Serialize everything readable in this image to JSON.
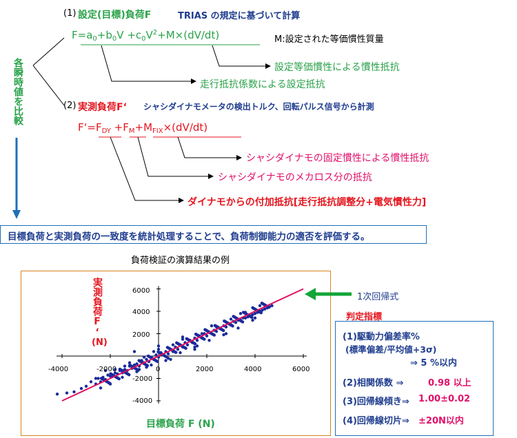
{
  "section1": {
    "num": "(1)",
    "title": "設定(目標)負荷F",
    "note": "TRIAS の規定に基づいて計算"
  },
  "eq1": {
    "F": "F=",
    "a": "a",
    "a_sub": "0",
    "plus1": "+",
    "b": "b",
    "b_sub": "0",
    "V1": "V",
    "plus2": "+",
    "c": "c",
    "c_sub": "0",
    "V2": "V",
    "V2_sup": "2",
    "rest": "+M×(dV/dt)"
  },
  "m_note": "M:設定された等価慣性質量",
  "eq1_labels": {
    "inertia": "設定等価慣性による慣性抵抗",
    "resistance": "走行抵抗係数による設定抵抗"
  },
  "vertical_label": "各瞬時値を比較",
  "section2": {
    "num": "(2)",
    "title": "実測負荷F‘",
    "note": "シャシダイナモメータの検出トルク、回転パルス信号から計測"
  },
  "eq2": {
    "F": "F‘=",
    "F1": "F",
    "F1_sub": "DY",
    "plus1": "+",
    "F2": "F",
    "F2_sub": "M",
    "plus2": "+",
    "M": "M",
    "M_sub": "FIX",
    "rest": "×(dV/dt)"
  },
  "eq2_labels": {
    "fixed": "シャシダイナモの固定慣性による慣性抵抗",
    "mechloss": "シャシダイナモのメカロス分の抵抗",
    "extra": "ダイナモからの付加抵抗[走行抵抗調整分+電気慣性力]"
  },
  "summary": "目標負荷と実測負荷の一致度を統計処理することで、負荷制御能力の適否を評価する。",
  "chart_title": "負荷検証の演算結果の例",
  "regression_label": "1次回帰式",
  "criteria": {
    "title": "判定指標",
    "items": [
      {
        "label": "(1)駆動力偏差率%",
        "sub": "(標準偏差/平均値+3σ)",
        "value": "⇒ 5 %以内"
      },
      {
        "label": "(2)相関係数 ⇒",
        "value": "0.98 以上"
      },
      {
        "label": "(3)回帰線傾き⇒",
        "value": "1.00±0.02"
      },
      {
        "label": "(4)回帰線切片⇒",
        "value": "±20N以内"
      }
    ]
  },
  "chart_data": {
    "type": "scatter",
    "title": "",
    "xlabel": "目標負荷 F (N)",
    "ylabel": "実測負荷F‘",
    "ylabel_unit": "(N)",
    "xlim": [
      -4000,
      6000
    ],
    "ylim": [
      -4000,
      6000
    ],
    "x_ticks": [
      "-4000",
      "-2000",
      "0",
      "2000",
      "4000",
      "6000"
    ],
    "y_ticks": [
      "6000",
      "4000",
      "2000",
      "-2000",
      "-4000"
    ],
    "series": [
      {
        "x": [
          -4200,
          -3800,
          -3500,
          -3200,
          -3000,
          -2800,
          -2600,
          -2500,
          -2400,
          -2300,
          -2200,
          -2100,
          -2000,
          -1900,
          -1800,
          -1700,
          -1600,
          -1500,
          -1400,
          -1300,
          -1200,
          -1100,
          -1000,
          -900,
          -800,
          -700,
          -600,
          -500,
          -400,
          -300,
          -200,
          -100,
          0,
          100,
          200,
          300,
          400,
          500,
          600,
          700,
          800,
          900,
          1000,
          1100,
          1200,
          1300,
          1400,
          1500,
          1600,
          1700,
          1800,
          1900,
          2000,
          2100,
          2200,
          2300,
          2400,
          2500,
          2600,
          2700,
          2800,
          2900,
          3000,
          3100,
          3200,
          3300,
          3400,
          3500,
          3600,
          3700,
          3800,
          3900,
          4000,
          4100,
          4200,
          4300,
          4400,
          4500,
          4600,
          4700,
          -2200,
          -1800,
          -1500,
          -1200,
          -900,
          -600,
          -300,
          0,
          300,
          600,
          900,
          1200,
          1500,
          1800,
          2100,
          2400,
          2700,
          3000,
          3300,
          3600,
          3900,
          4200,
          -2600,
          -2000,
          -1400,
          -800,
          -200,
          400,
          1000,
          1600,
          2200,
          2800,
          3400,
          4000,
          -1000,
          -500,
          0,
          500,
          1000,
          1500
        ],
        "y": [
          -3400,
          -3300,
          -3200,
          -2900,
          -2700,
          -2300,
          -2500,
          -2000,
          -2300,
          -1900,
          -2100,
          -1700,
          -1800,
          -1800,
          -1500,
          -1600,
          -1300,
          -1500,
          -1200,
          -1300,
          -900,
          -1100,
          -800,
          -700,
          -900,
          -400,
          -600,
          -300,
          -500,
          -100,
          -300,
          100,
          -100,
          300,
          100,
          400,
          200,
          600,
          400,
          800,
          600,
          1000,
          800,
          1200,
          1000,
          1400,
          1200,
          1600,
          1400,
          1800,
          1600,
          2000,
          1800,
          2100,
          2000,
          2300,
          2200,
          2500,
          2400,
          2700,
          2600,
          2900,
          2800,
          3100,
          3000,
          3200,
          3200,
          3400,
          3400,
          3500,
          3600,
          3700,
          3800,
          3900,
          4000,
          4100,
          4200,
          4300,
          4400,
          4500,
          -1300,
          -1200,
          -1900,
          -600,
          -1400,
          -100,
          -800,
          600,
          -400,
          1000,
          300,
          1500,
          800,
          2000,
          1400,
          2600,
          1900,
          3300,
          2500,
          3900,
          3200,
          4500,
          -2000,
          -2500,
          -900,
          -1200,
          400,
          -200,
          1500,
          900,
          2700,
          2000,
          3800,
          3400,
          400,
          -1000,
          900,
          -300,
          1700,
          600
        ]
      }
    ],
    "regression": {
      "slope": 1.0,
      "intercept": 0
    }
  }
}
